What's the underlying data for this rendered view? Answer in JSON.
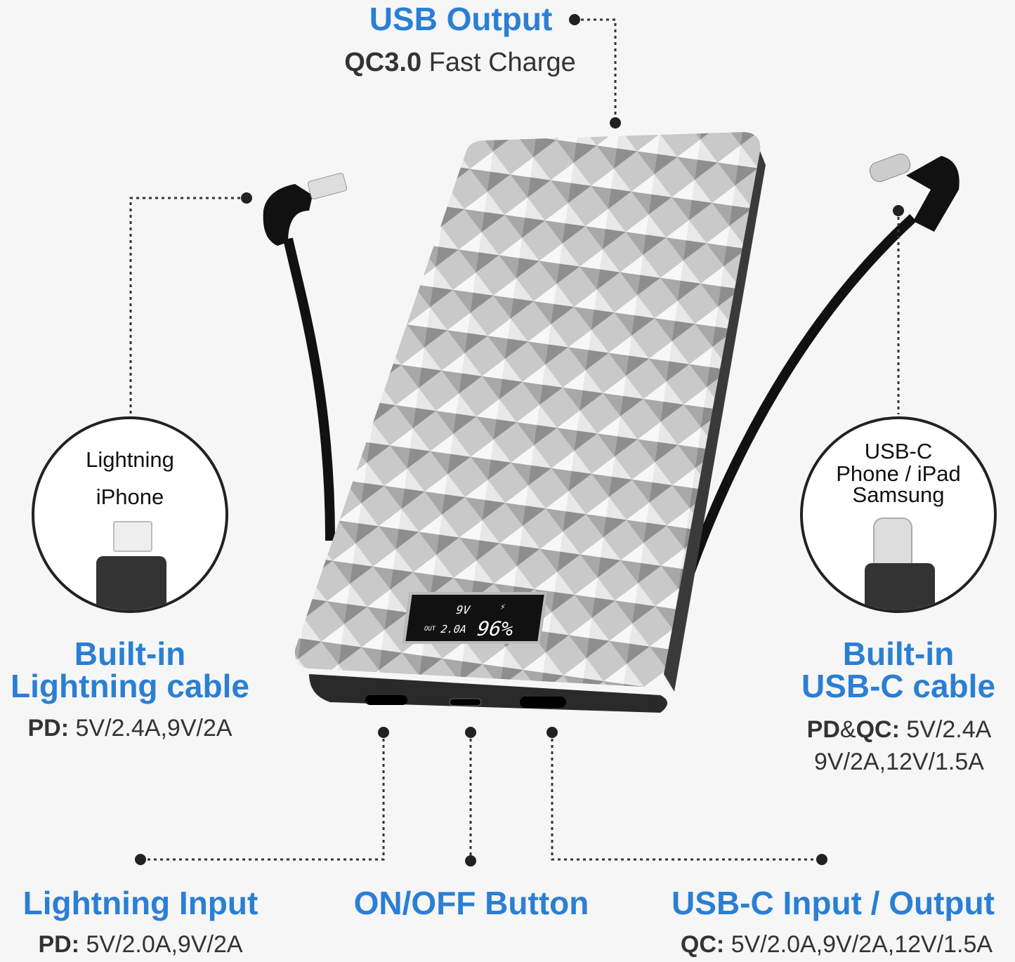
{
  "top": {
    "title": "USB Output",
    "subtitle_bold": "QC3.0",
    "subtitle": "Fast Charge"
  },
  "left": {
    "circle_lines": [
      "Lightning",
      "iPhone"
    ],
    "title_lines": [
      "Built-in",
      "Lightning cable"
    ],
    "spec_label": "PD:",
    "spec_value": "5V/2.4A,9V/2A"
  },
  "right": {
    "circle_lines": [
      "USB-C",
      "Phone / iPad",
      "Samsung"
    ],
    "title_lines": [
      "Built-in",
      "USB-C cable"
    ],
    "spec_label1": "PD",
    "spec_amp": "&",
    "spec_label2": "QC:",
    "spec_value1": "5V/2.4A",
    "spec_value2": "9V/2A,12V/1.5A"
  },
  "bottom": [
    {
      "title": "Lightning Input",
      "spec_label": "PD:",
      "spec_value": "5V/2.0A,9V/2A"
    },
    {
      "title": "ON/OFF Button"
    },
    {
      "title": "USB-C Input / Output",
      "spec_label": "QC:",
      "spec_value": "5V/2.0A,9V/2A,12V/1.5A"
    }
  ],
  "display": {
    "voltage": "9V",
    "out_label": "OUT",
    "current": "2.0A",
    "battery": "96%",
    "charge_icon": "bolt-icon"
  },
  "colors": {
    "accent": "#2a7fd4",
    "text": "#333333",
    "background": "#f6f6f6"
  }
}
